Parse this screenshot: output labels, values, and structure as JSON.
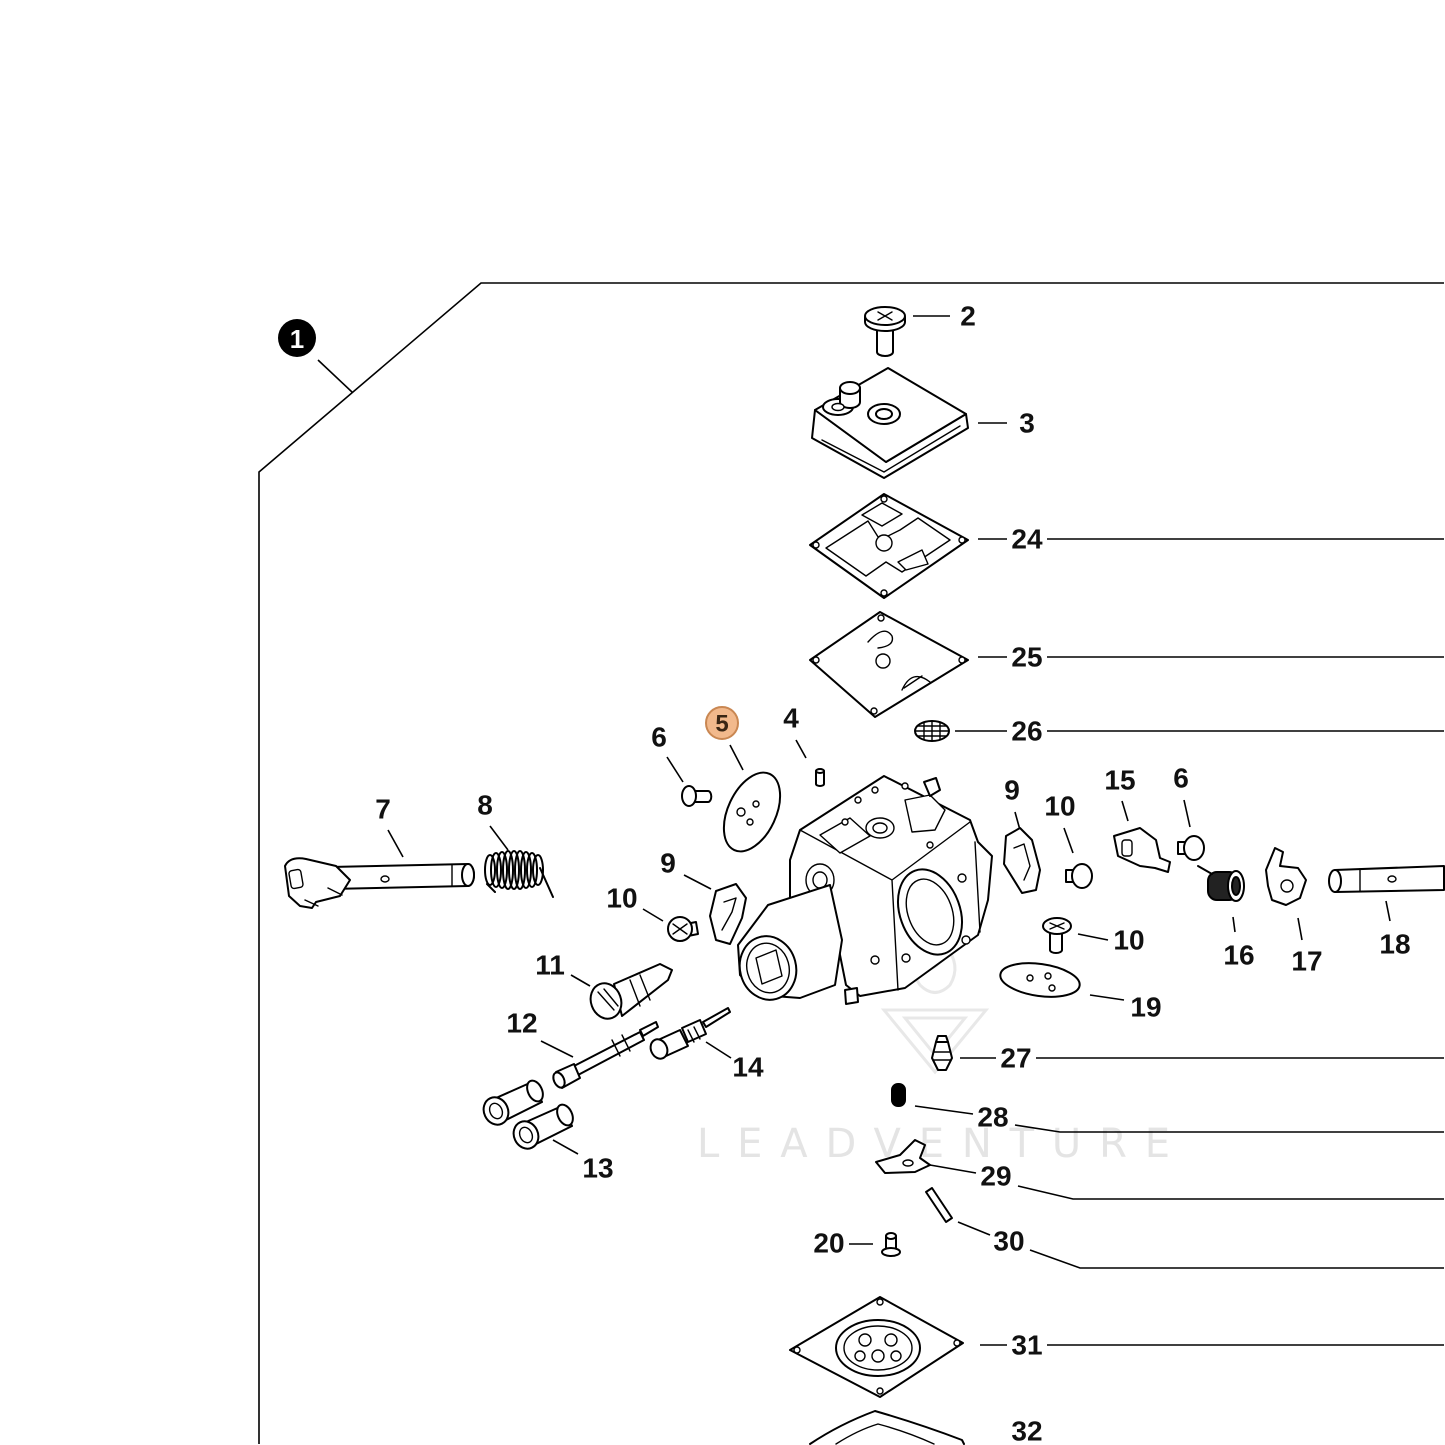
{
  "diagram": {
    "assembly_callout": "1",
    "highlight_fill": "#f2b98c",
    "highlight_stroke": "#c98752",
    "callouts": [
      "2",
      "3",
      "24",
      "25",
      "26",
      "4",
      "5",
      "6",
      "6",
      "7",
      "8",
      "9",
      "9",
      "10",
      "10",
      "10",
      "15",
      "16",
      "17",
      "18",
      "19",
      "11",
      "12",
      "14",
      "13",
      "27",
      "28",
      "29",
      "30",
      "20",
      "31",
      "32"
    ]
  },
  "watermark": "LEADVENTURE"
}
